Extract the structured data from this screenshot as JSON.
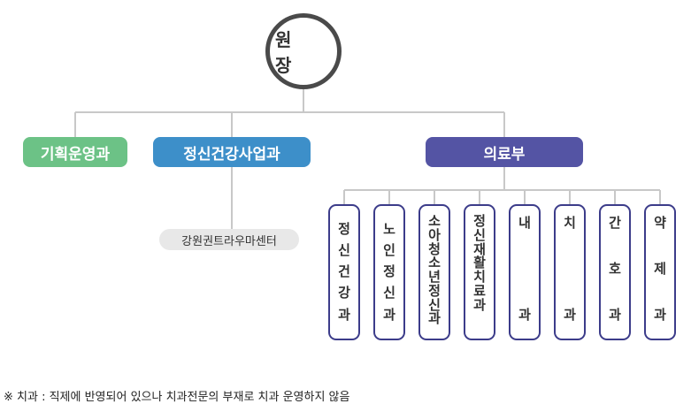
{
  "org": {
    "director": "원 장",
    "divisions": [
      {
        "label": "기획운영과",
        "color": "#6cc286"
      },
      {
        "label": "정신건강사업과",
        "color": "#3d8fc9"
      },
      {
        "label": "의료부",
        "color": "#5454a4"
      }
    ],
    "sub_unit": "강원권트라우마센터",
    "departments": [
      {
        "label": "정신건강과",
        "layout": "stack"
      },
      {
        "label": "노인정신과",
        "layout": "stack"
      },
      {
        "label": "소아청소년정신과",
        "layout": "stack"
      },
      {
        "label": "정신재활치료과",
        "layout": "stack"
      },
      {
        "label": "내과",
        "layout": "spread"
      },
      {
        "label": "치과",
        "layout": "spread"
      },
      {
        "label": "간호과",
        "layout": "spread"
      },
      {
        "label": "약제과",
        "layout": "spread"
      }
    ],
    "note": "※ 치과 : 직제에 반영되어 있으나 치과전문의 부재로 치과 운영하지 않음"
  }
}
